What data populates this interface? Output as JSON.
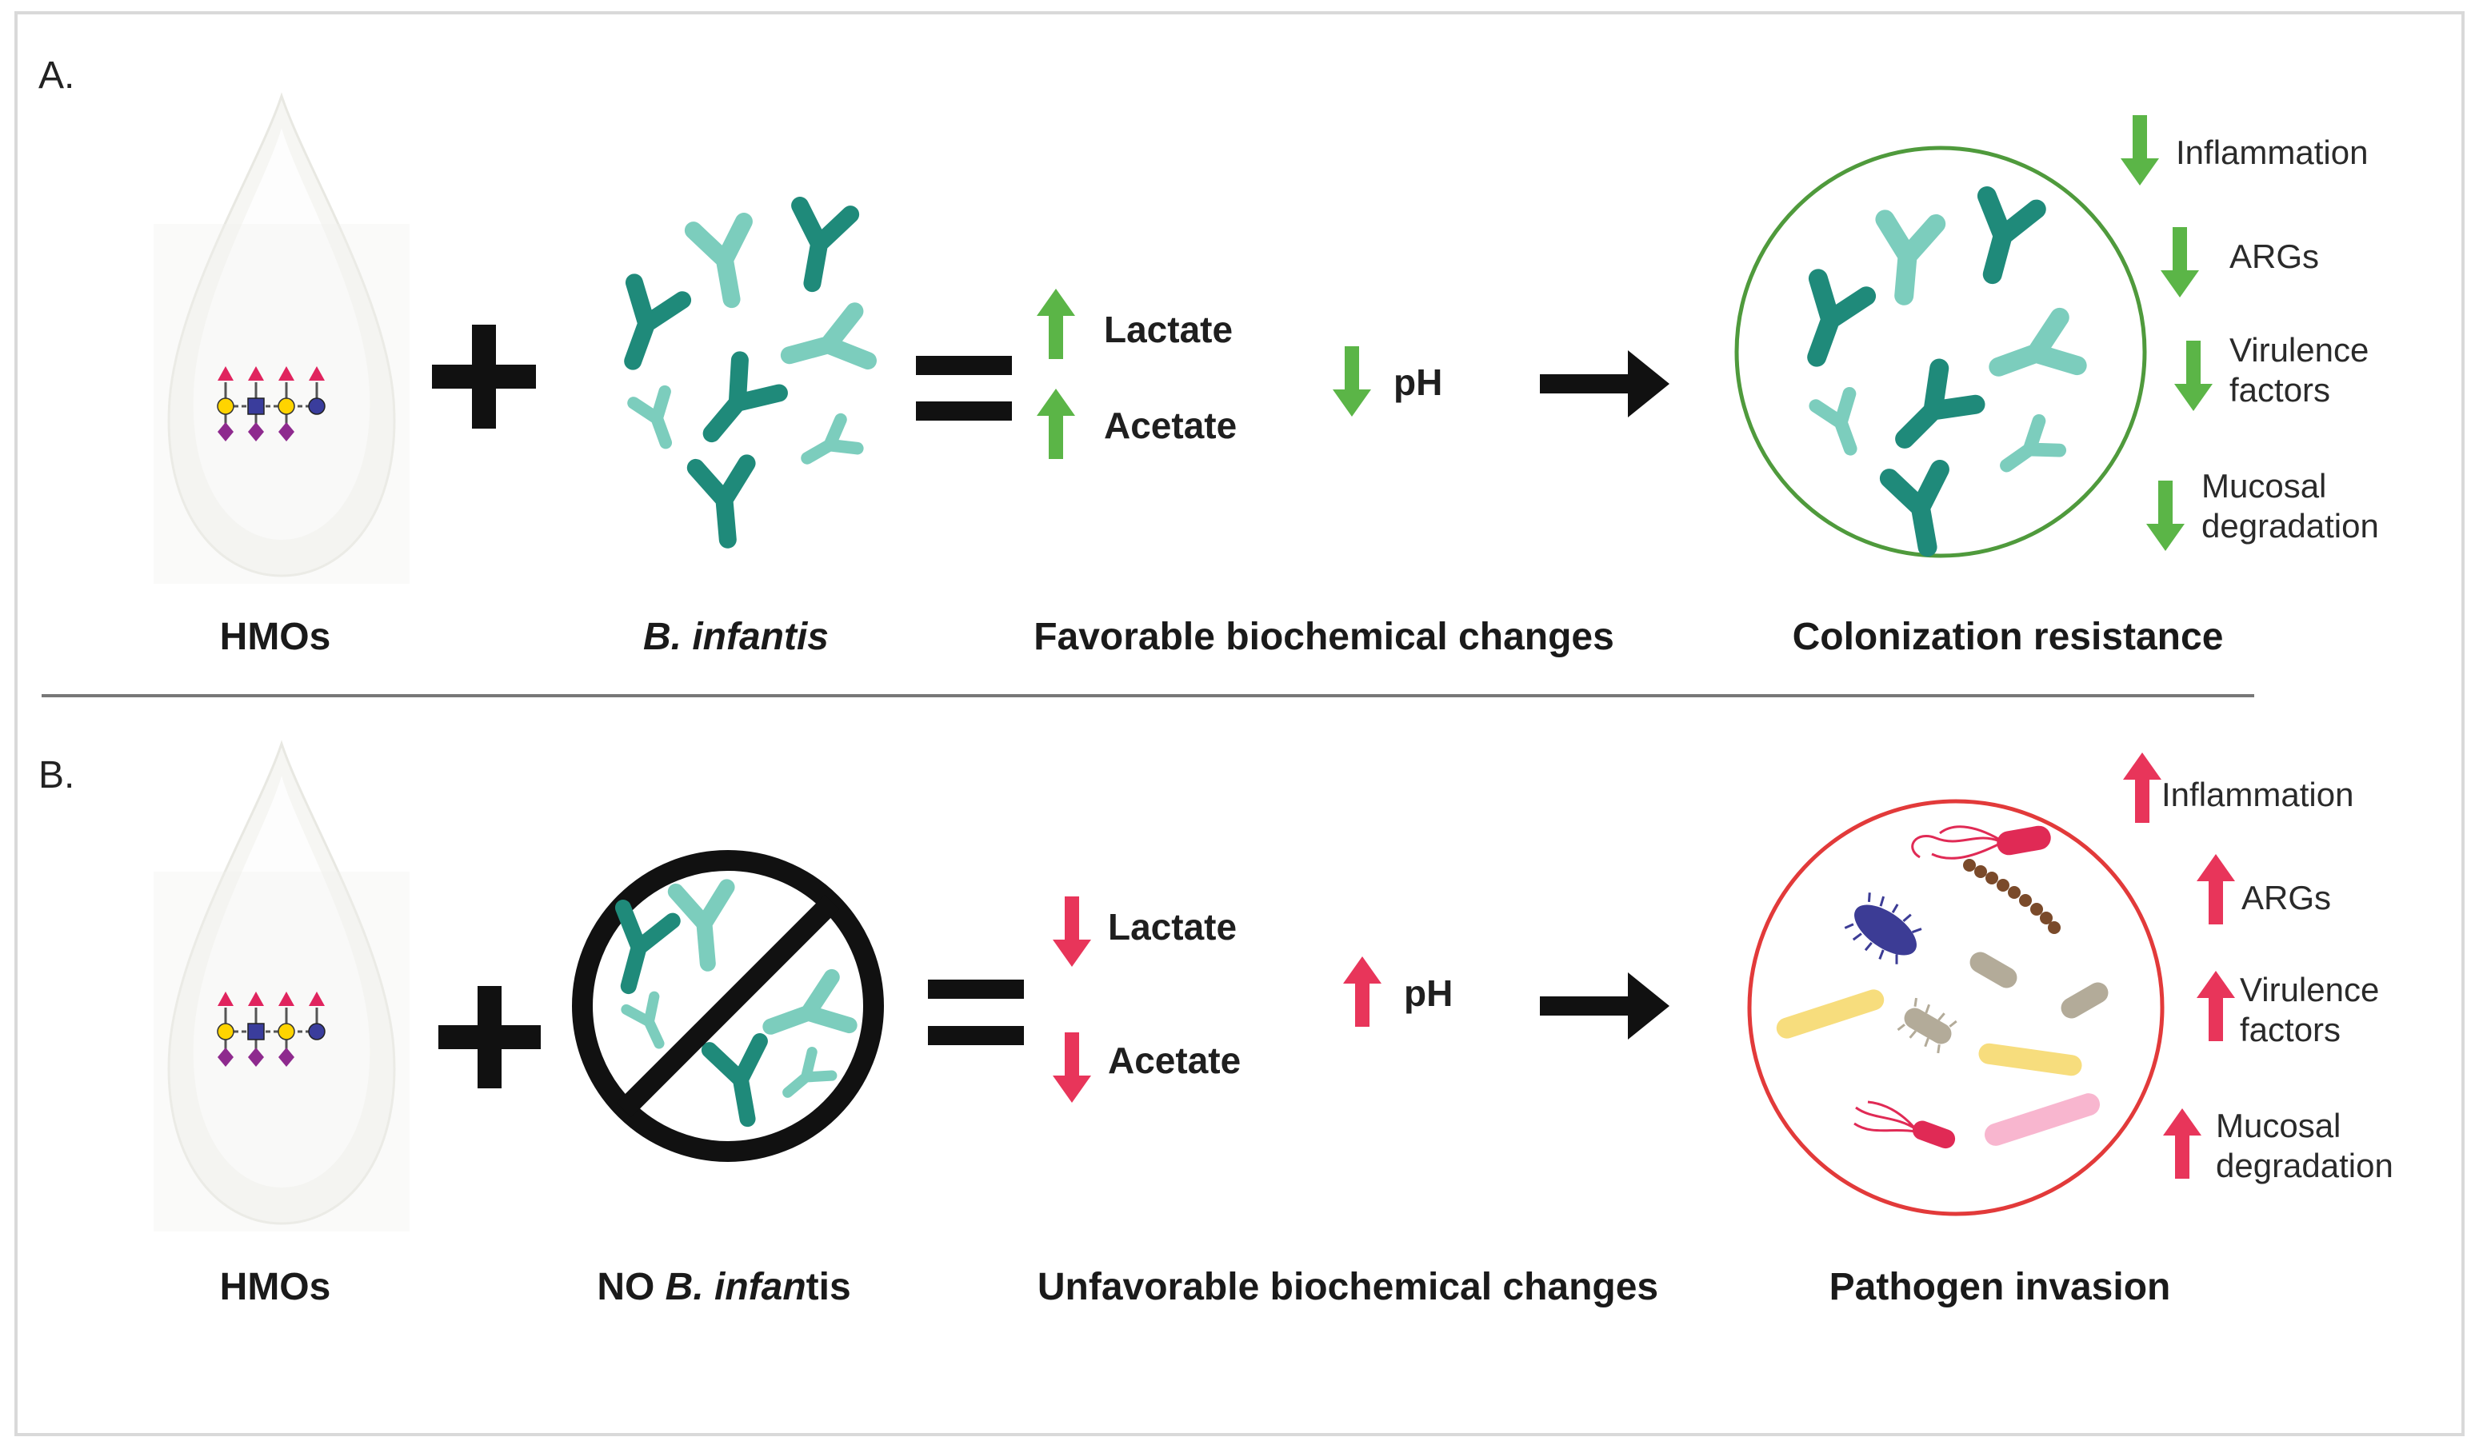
{
  "colors": {
    "good": "#5bb547",
    "bad": "#e8355a",
    "teal_dark": "#1f8a7a",
    "teal_light": "#7ccdbd",
    "circle_good": "#4f9a3c",
    "circle_bad": "#e23a3a"
  },
  "panel_a": {
    "letter": "A.",
    "caption_hmos": "HMOs",
    "caption_binfantis": "B. infantis",
    "caption_changes": "Favorable biochemical changes",
    "caption_outcome": "Colonization resistance",
    "lactate": "Lactate",
    "acetate": "Acetate",
    "ph": "pH",
    "outcomes": {
      "inflammation": "Inflammation",
      "args": "ARGs",
      "virulence_1": "Virulence",
      "virulence_2": "factors",
      "mucosal_1": "Mucosal",
      "mucosal_2": "degradation"
    }
  },
  "panel_b": {
    "letter": "B.",
    "caption_hmos": "HMOs",
    "caption_no": "NO ",
    "caption_binf": "B. infan",
    "caption_tis": "tis",
    "caption_changes": "Unfavorable biochemical changes",
    "caption_outcome": "Pathogen invasion",
    "lactate": "Lactate",
    "acetate": "Acetate",
    "ph": "pH",
    "outcomes": {
      "inflammation": "Inflammation",
      "args": "ARGs",
      "virulence_1": "Virulence",
      "virulence_2": "factors",
      "mucosal_1": "Mucosal",
      "mucosal_2": "degradation"
    }
  },
  "icons": {
    "milk_drop": "milk-drop-icon",
    "plus": "plus-icon",
    "equals": "equals-icon",
    "arrow_right": "arrow-right-icon",
    "up_arrow": "up-arrow-icon",
    "down_arrow": "down-arrow-icon",
    "prohibit": "prohibit-icon",
    "bacterium": "bacterium-icon"
  }
}
